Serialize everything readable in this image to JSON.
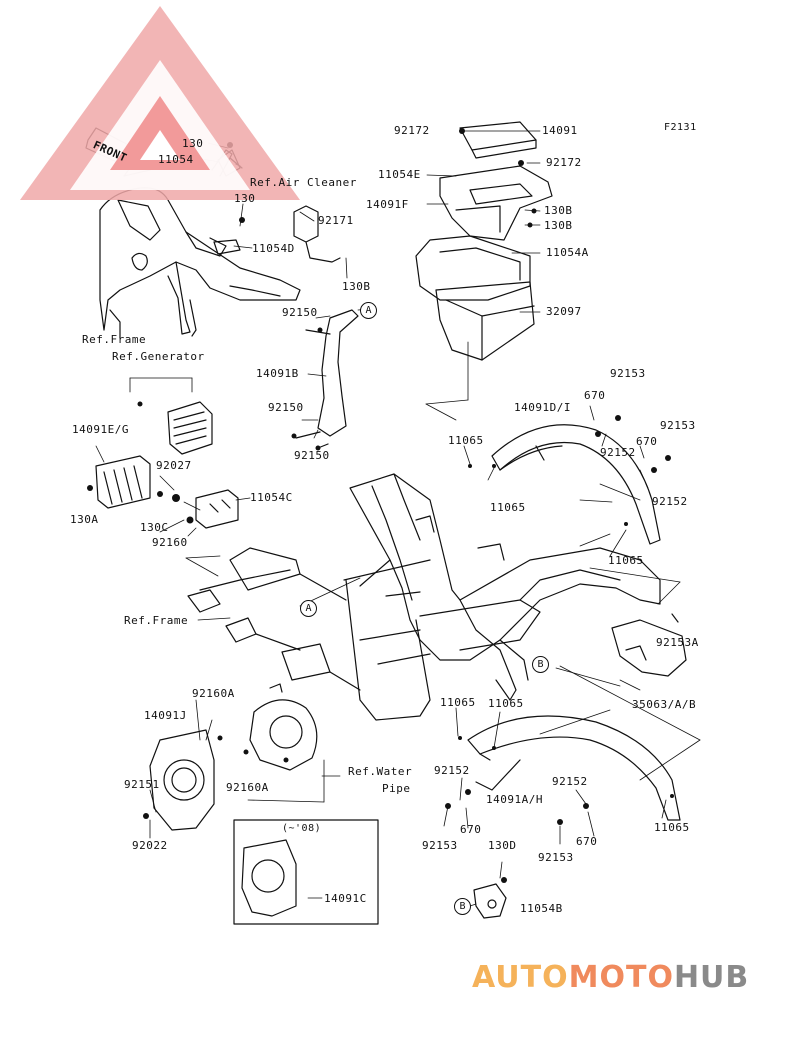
{
  "figure_code": "F2131",
  "front_arrow": "FRONT",
  "callouts": {
    "A_top": "A",
    "A_mid": "A",
    "B_mid": "B",
    "B_bottom": "B"
  },
  "labels": {
    "p130_top": "130",
    "p11054": "11054",
    "ref_air_cleaner": "Ref.Air Cleaner",
    "p130_b": "130",
    "p92171": "92171",
    "p11054D": "11054D",
    "p130B_a": "130B",
    "ref_frame_top": "Ref.Frame",
    "ref_generator": "Ref.Generator",
    "p92172_a": "92172",
    "p14091": "14091",
    "p92172_b": "92172",
    "p11054E": "11054E",
    "p14091F": "14091F",
    "p130B_b": "130B",
    "p130B_c": "130B",
    "p11054A": "11054A",
    "p32097": "32097",
    "p92150_a": "92150",
    "p14091B": "14091B",
    "p92150_b": "92150",
    "p92150_c": "92150",
    "p92153_a": "92153",
    "p14091DI": "14091D/I",
    "p670_a": "670",
    "p11065_a": "11065",
    "p92152_a": "92152",
    "p670_b": "670",
    "p92153_b": "92153",
    "p11065_b": "11065",
    "p92152_b": "92152",
    "p11065_c": "11065",
    "p14091EG": "14091E/G",
    "p92027": "92027",
    "p11054C": "11054C",
    "p130A": "130A",
    "p130C": "130C",
    "p92160": "92160",
    "ref_frame_mid": "Ref.Frame",
    "p92153A": "92153A",
    "p35063AB": "35063/A/B",
    "p92160A_a": "92160A",
    "p14091J": "14091J",
    "p11065_d": "11065",
    "p11065_e": "11065",
    "ref_water": "Ref.Water",
    "ref_pipe": "Pipe",
    "p92151": "92151",
    "p92160A_b": "92160A",
    "p92152_c": "92152",
    "p14091AH": "14091A/H",
    "p92152_d": "92152",
    "p11065_f": "11065",
    "p670_c": "670",
    "p670_d": "670",
    "p92022": "92022",
    "p92153_c": "92153",
    "p92153_d": "92153",
    "p130D": "130D",
    "range_08": "(~'08)",
    "p14091C": "14091C",
    "p11054B": "11054B"
  },
  "watermark": {
    "part1": "AUTO",
    "part2": "MOTO",
    "part3": "HUB"
  },
  "colors": {
    "line": "#111111",
    "wm_orange": "#f5b25a",
    "wm_red": "#f08a5d",
    "wm_gray": "#8a8a8a"
  }
}
